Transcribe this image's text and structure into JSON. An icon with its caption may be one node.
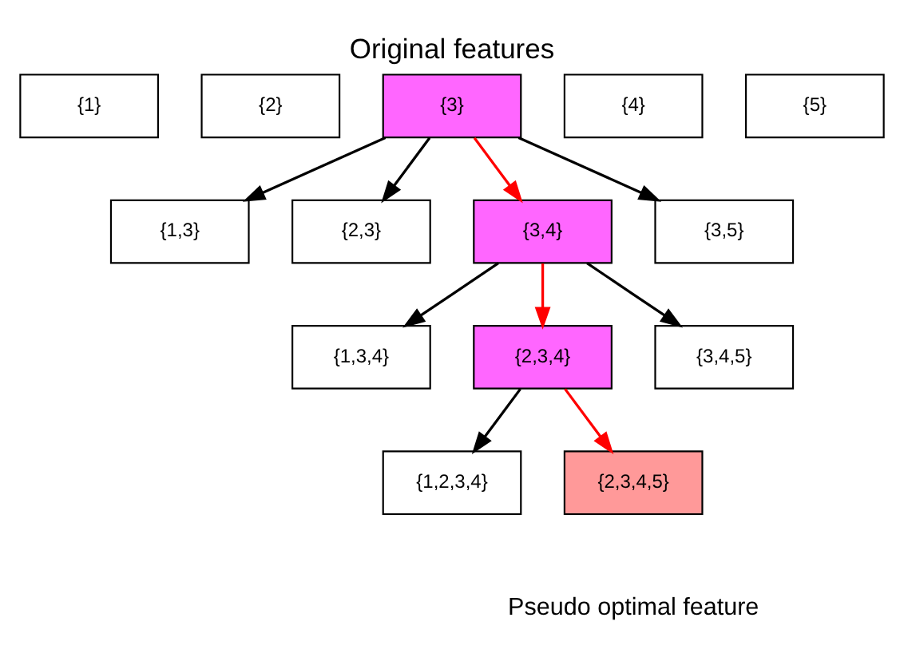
{
  "diagram": {
    "title": "Original features",
    "nodes": [
      {
        "text": [
          "{1}"
        ]
      },
      {
        "text": [
          "{2}"
        ]
      },
      {
        "text": [
          "{3}"
        ]
      },
      {
        "text": [
          "{4}"
        ]
      },
      {
        "text": [
          "{5}"
        ]
      },
      {
        "text": [
          "{1,3}"
        ]
      },
      {
        "text": [
          "{2,3}"
        ]
      },
      {
        "text": [
          "{3,4}"
        ]
      },
      {
        "text": [
          "{3,5}"
        ]
      },
      {
        "text": [
          "{1,3,4}"
        ]
      },
      {
        "text": [
          "{2,3,4}"
        ]
      },
      {
        "text": [
          "{3,4,5}"
        ]
      },
      {
        "text": [
          "{1,2,3,4}"
        ]
      },
      {
        "text": [
          "{2,3,4,5}"
        ],
        "beside": [
          "Pseudo optimal feature"
        ]
      }
    ],
    "edges": [
      {
        "from": 2,
        "to": 5,
        "arrow": "to"
      },
      {
        "from": 2,
        "to": 6,
        "arrow": "to"
      },
      {
        "from": 2,
        "to": 7,
        "arrow": "to",
        "color": "#ff0000"
      },
      {
        "from": 2,
        "to": 8,
        "arrow": "to"
      },
      {
        "from": 7,
        "to": 9,
        "arrow": "to"
      },
      {
        "from": 7,
        "to": 10,
        "arrow": "to",
        "color": "#ff0000"
      },
      {
        "from": 7,
        "to": 11,
        "arrow": "to"
      },
      {
        "from": 10,
        "to": 12,
        "arrow": "to"
      },
      {
        "from": 10,
        "to": 13,
        "arrow": "to",
        "color": "#ff0000"
      }
    ]
  }
}
